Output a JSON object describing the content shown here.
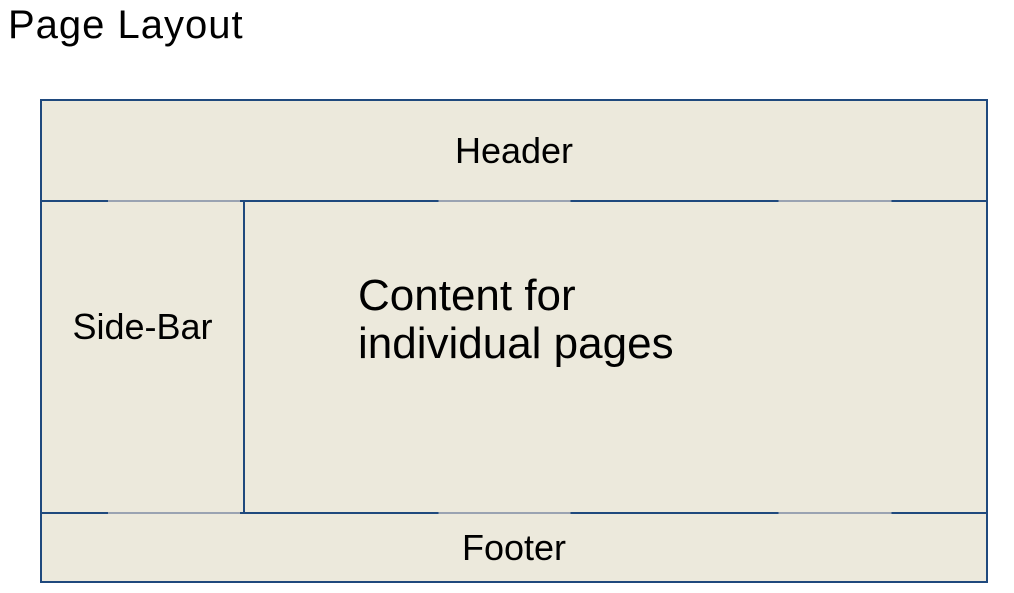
{
  "page": {
    "title": "Page Layout"
  },
  "diagram": {
    "header": {
      "label": "Header"
    },
    "sidebar": {
      "label": "Side-Bar"
    },
    "content": {
      "label": "Content for individual pages"
    },
    "footer": {
      "label": "Footer"
    }
  },
  "colors": {
    "box_fill": "#ECE9DC",
    "box_border": "#1F497D",
    "divider_gray": "#9AA3B2",
    "text_color": "#000000"
  }
}
